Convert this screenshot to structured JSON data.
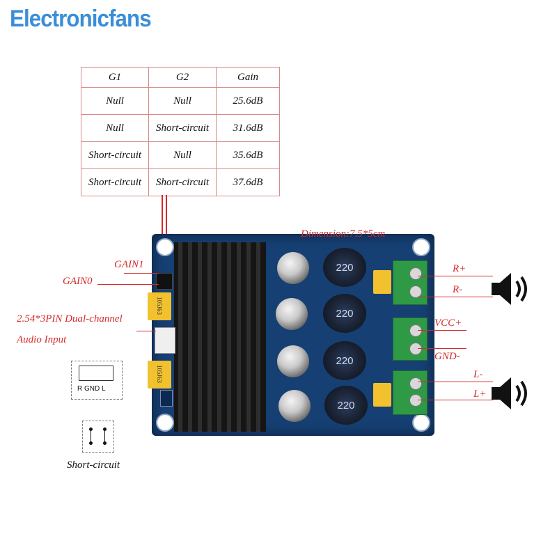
{
  "brand": {
    "text": "Electronicfans",
    "color": "#3a8ed8"
  },
  "gain_table": {
    "headers": [
      "G1",
      "G2",
      "Gain"
    ],
    "rows": [
      [
        "Null",
        "Null",
        "25.6dB"
      ],
      [
        "Null",
        "Short-circuit",
        "31.6dB"
      ],
      [
        "Short-circuit",
        "Null",
        "35.6dB"
      ],
      [
        "Short-circuit",
        "Short-circuit",
        "37.6dB"
      ]
    ]
  },
  "labels": {
    "dimension": "Dimension:7.5*5cm",
    "gain1": "GAIN1",
    "gain0": "GAIN0",
    "input_line1": "2.54*3PIN Dual-channel",
    "input_line2": "Audio Input",
    "short_circuit": "Short-circuit",
    "r_plus": "R+",
    "r_minus": "R-",
    "vcc_plus": "VCC+",
    "gnd_minus": "GND-",
    "l_minus": "L-",
    "l_plus": "L+"
  },
  "connector": {
    "pins": "R GND L"
  },
  "board": {
    "coil_label": "220",
    "cap_label_1": "105J63",
    "cap_label_2": "105J63"
  },
  "colors": {
    "label_red": "#d42a2a",
    "board_blue": "#163f73",
    "terminal_green": "#2f9a45"
  },
  "icons": [
    "speaker-icon",
    "speaker-icon"
  ]
}
